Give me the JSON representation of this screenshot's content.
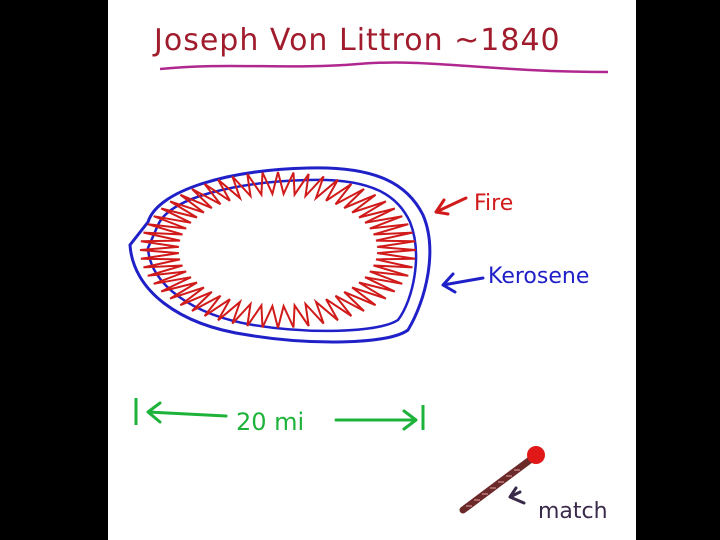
{
  "title": "Joseph Von Littron ~1840",
  "labels": {
    "fire": "Fire",
    "kerosene": "Kerosene",
    "distance": "20 mi",
    "match": "match"
  },
  "colors": {
    "background_bars": "#000000",
    "canvas": "#ffffff",
    "title_ink": "#a01c2c",
    "title_underline": "#b0288f",
    "fire": "#d11a1a",
    "kerosene": "#2020c8",
    "distance": "#1db33a",
    "match_stick": "#6b2a2a",
    "match_head": "#e01818",
    "match_label": "#3a2a4a"
  },
  "icons": {
    "match": "match-icon",
    "arrows": "hand-drawn-arrow"
  }
}
